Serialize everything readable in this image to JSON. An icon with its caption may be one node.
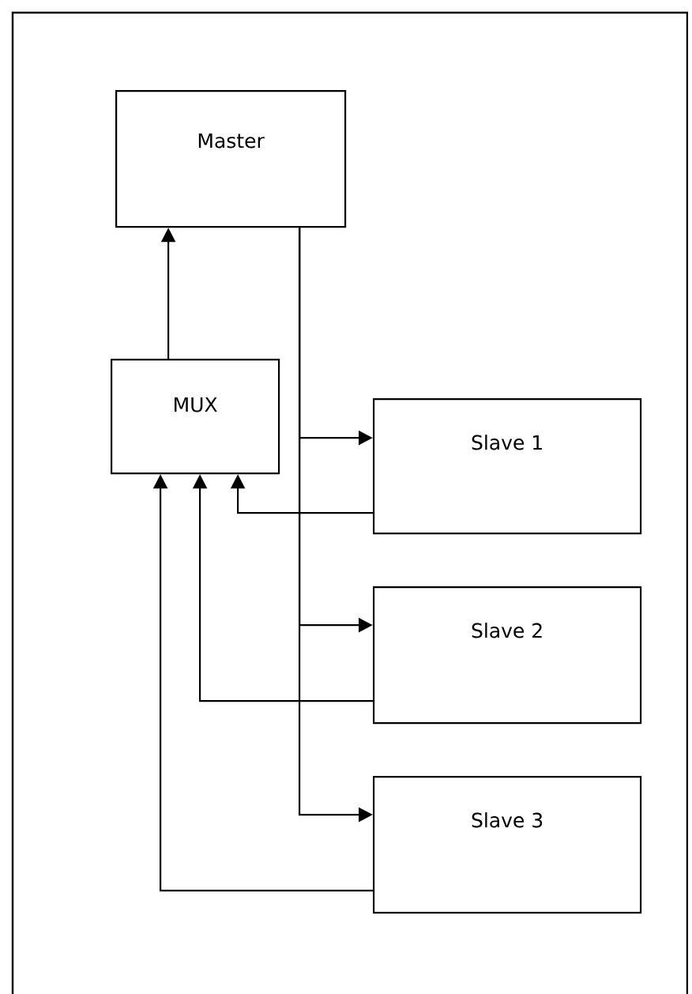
{
  "diagram": {
    "nodes": [
      {
        "text": [
          "Master"
        ]
      },
      {
        "text": [
          "MUX"
        ]
      },
      {
        "text": [
          "Slave 1"
        ]
      },
      {
        "text": [
          "Slave 2"
        ]
      },
      {
        "text": [
          "Slave 3"
        ]
      }
    ],
    "edges": [
      {
        "from": 1,
        "to": 0,
        "arrow": "to"
      },
      {
        "from": 0,
        "to": 2,
        "arrow": "to"
      },
      {
        "from": 0,
        "to": 3,
        "arrow": "to"
      },
      {
        "from": 0,
        "to": 4,
        "arrow": "to"
      },
      {
        "from": 2,
        "to": 1,
        "arrow": "to"
      },
      {
        "from": 3,
        "to": 1,
        "arrow": "to"
      },
      {
        "from": 4,
        "to": 1,
        "arrow": "to"
      }
    ]
  }
}
